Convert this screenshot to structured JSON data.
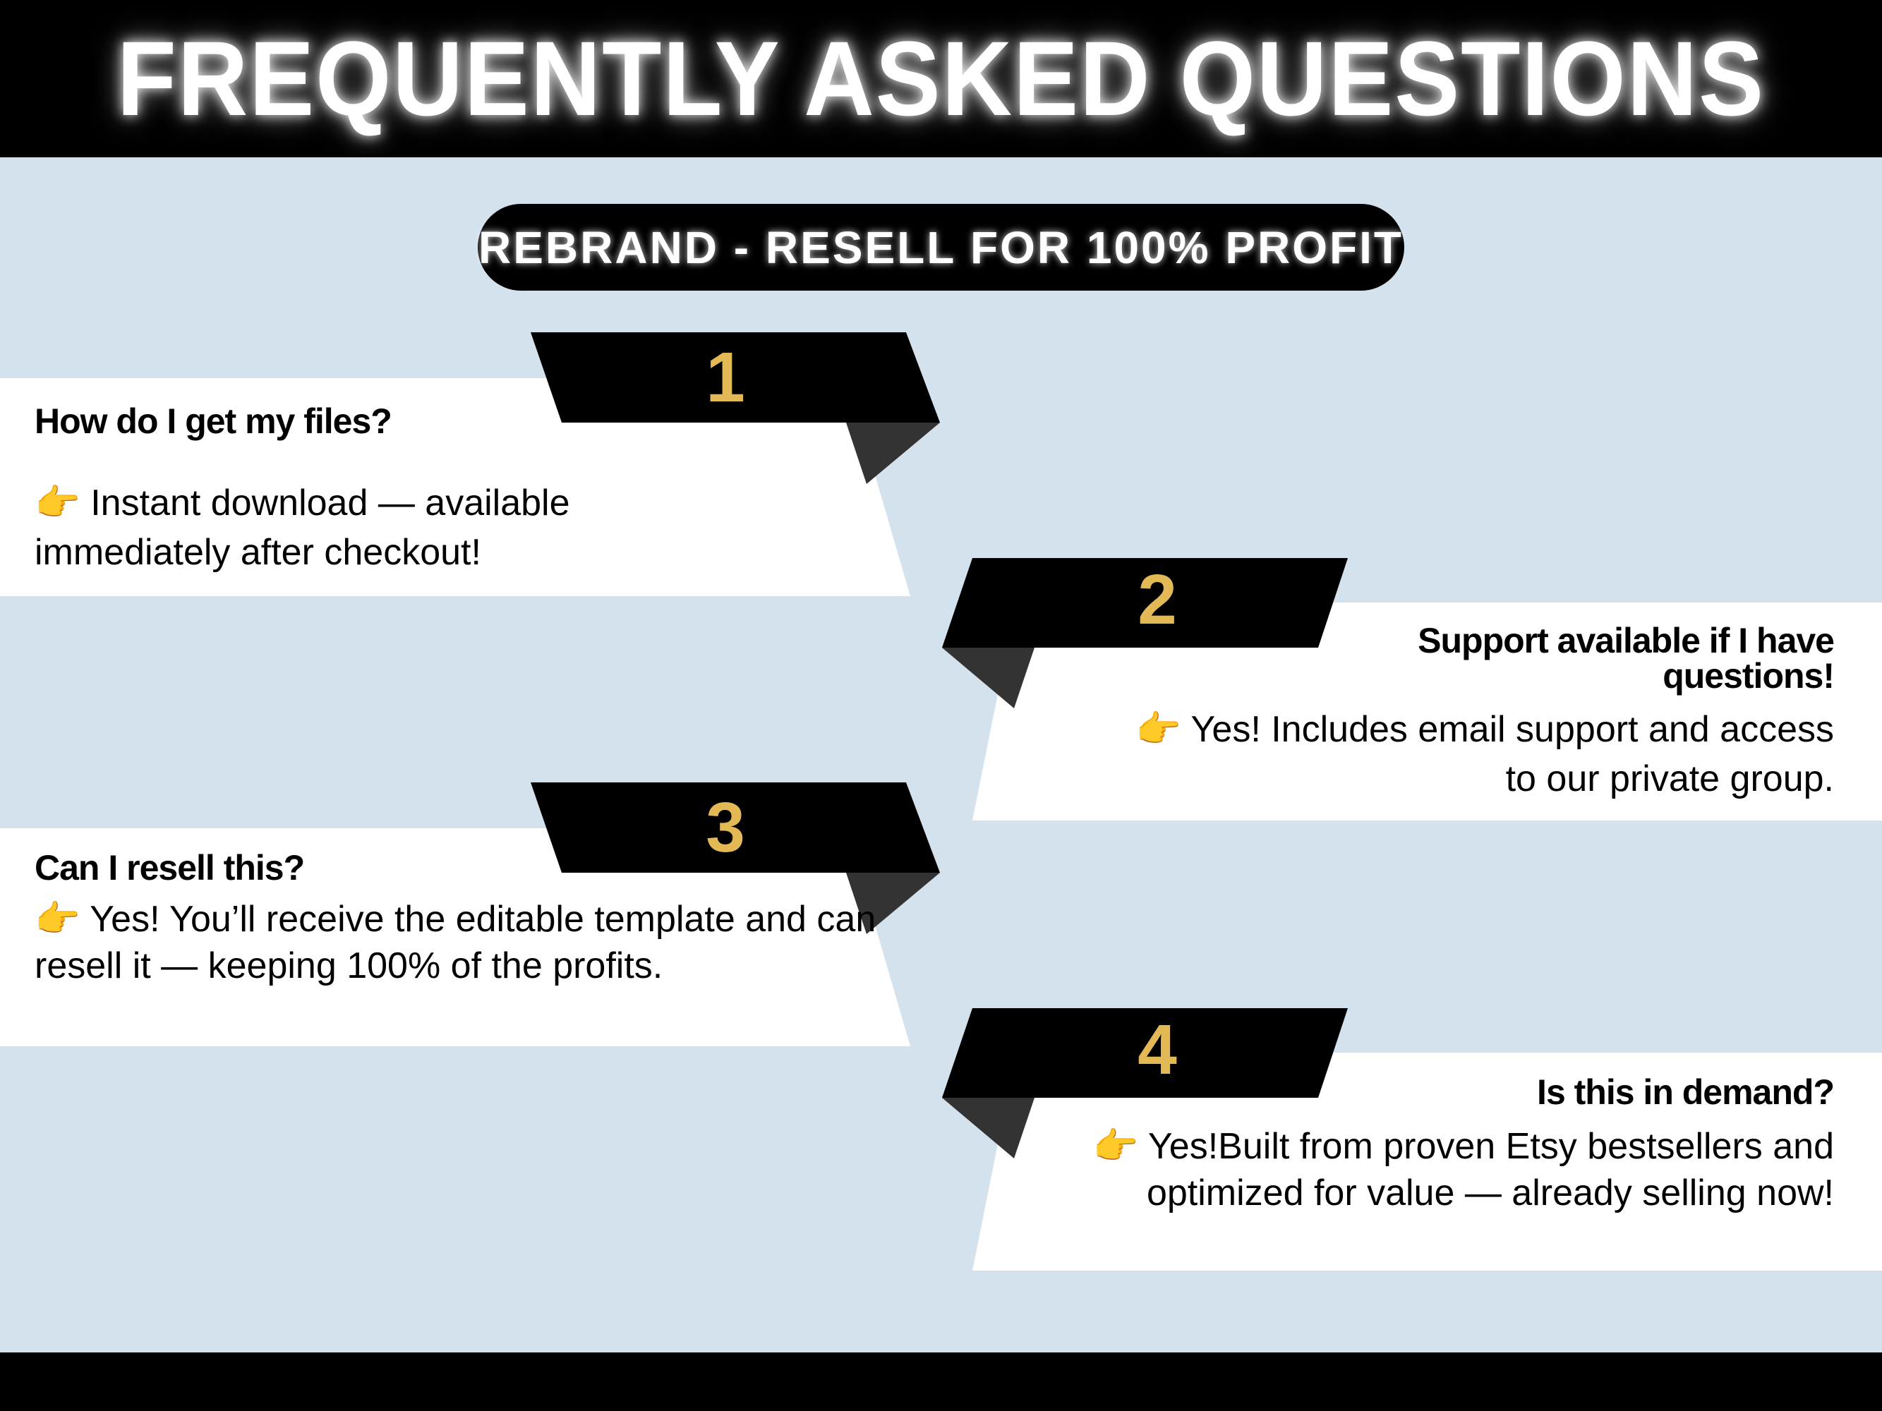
{
  "header": {
    "title": "FREQUENTLY ASKED QUESTIONS"
  },
  "banner": {
    "label": "REBRAND - RESELL FOR 100% PROFIT"
  },
  "pointer_icon": "👉",
  "faqs": [
    {
      "number": "1",
      "question": "How do I get my files?",
      "answer": "Instant download — available immediately after checkout!"
    },
    {
      "number": "2",
      "question": "Support available if I have questions!",
      "answer": "Yes! Includes email support and access to our private group."
    },
    {
      "number": "3",
      "question": "Can I resell this?",
      "answer": "Yes! You’ll receive the editable template and can resell it — keeping 100% of the profits."
    },
    {
      "number": "4",
      "question": "Is this in demand?",
      "answer": "Yes!Built from proven Etsy bestsellers and optimized for value — already selling now!"
    }
  ],
  "colors": {
    "background": "#d4e2ee",
    "accent": "#e3b955",
    "ribbon": "#000000",
    "shadow": "#333333"
  }
}
